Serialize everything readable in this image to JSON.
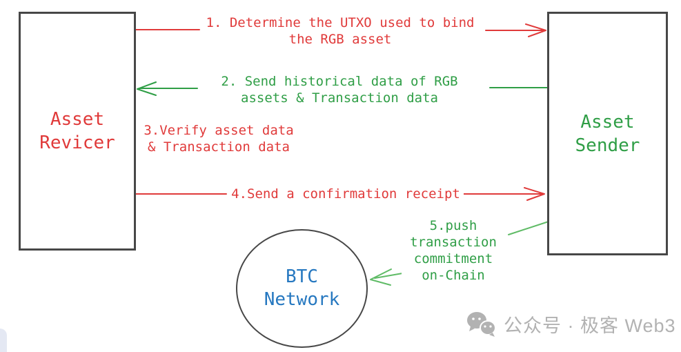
{
  "diagram": {
    "actors": {
      "receiver": {
        "line1": "Asset",
        "line2": "Revicer"
      },
      "sender": {
        "line1": "Asset",
        "line2": "Sender"
      }
    },
    "network": {
      "line1": "BTC",
      "line2": "Network"
    },
    "messages": [
      {
        "id": 1,
        "color": "red",
        "direction": "right",
        "lines": [
          "1. Determine the UTXO used to bind",
          "the RGB asset"
        ]
      },
      {
        "id": 2,
        "color": "green",
        "direction": "left",
        "lines": [
          "2. Send historical data of RGB",
          "assets & Transaction data"
        ]
      },
      {
        "id": 3,
        "color": "red",
        "direction": "none",
        "lines": [
          "3.Verify asset data",
          "& Transaction data"
        ]
      },
      {
        "id": 4,
        "color": "red",
        "direction": "right",
        "lines": [
          "4.Send a confirmation receipt"
        ]
      },
      {
        "id": 5,
        "color": "green",
        "direction": "to-network",
        "lines": [
          "5.push",
          "transaction",
          "commitment",
          "on-Chain"
        ]
      }
    ]
  },
  "watermark": {
    "icon": "wechat-icon",
    "text": "公众号 · 极客 Web3"
  },
  "colors": {
    "red": "#e03a3a",
    "green": "#2f9e46",
    "green-light": "#5fbb66",
    "blue": "#2678c0",
    "border": "#474747",
    "watermark": "#b2b2b2",
    "sliver": "#e4e8f3"
  }
}
